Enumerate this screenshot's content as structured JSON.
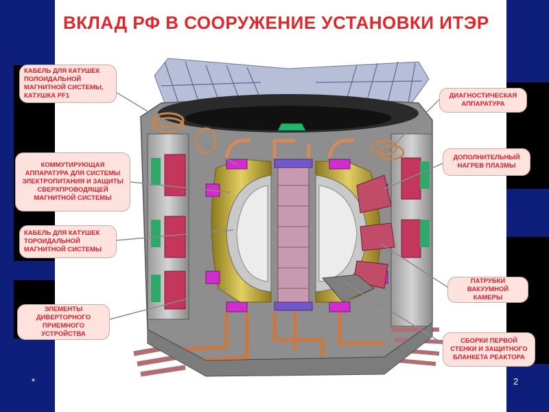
{
  "slide": {
    "title": "ВКЛАД РФ В СООРУЖЕНИЕ УСТАНОВКИ ИТЭР",
    "page_number": "2",
    "footer_mark": "*"
  },
  "callouts": {
    "pf_cable": "КАБЕЛЬ ДЛЯ КАТУШЕК ПОЛОИДАЛЬНОЙ МАГНИТНОЙ СИСТЕМЫ, КАТУШКА PF1",
    "switching": "КОММУТИРУЮЩАЯ АППАРАТУРА ДЛЯ СИСТЕМЫ ЭЛЕКТРОПИТАНИЯ И ЗАЩИТЫ СВЕРХПРОВОДЯЩЕЙ МАГНИТНОЙ СИСТЕМЫ",
    "tf_cable": "КАБЕЛЬ ДЛЯ КАТУШЕК ТОРОИДАЛЬНОЙ МАГНИТНОЙ СИСТЕМЫ",
    "divertor": "ЭЛЕМЕНТЫ ДИВЕРТОРНОГО ПРИЕМНОГО УСТРОЙСТВА",
    "diagnostics": "ДИАГНОСТИЧЕСКАЯ АППАРАТУРА",
    "heating": "ДОПОЛНИТЕЛЬНЫЙ НАГРЕВ ПЛАЗМЫ",
    "ports": "ПАТРУБКИ ВАКУУМНОЙ КАМЕРЫ",
    "blanket": "СБОРКИ ПЕРВОЙ СТЕНКИ И ЗАЩИТНОГО БЛАНКЕТА РЕАКТОРА"
  },
  "colors": {
    "title": "#e0252b",
    "callout_bg": "#fde2dd",
    "callout_text": "#d81f2a",
    "slide_bg": "#0b1a6e"
  }
}
